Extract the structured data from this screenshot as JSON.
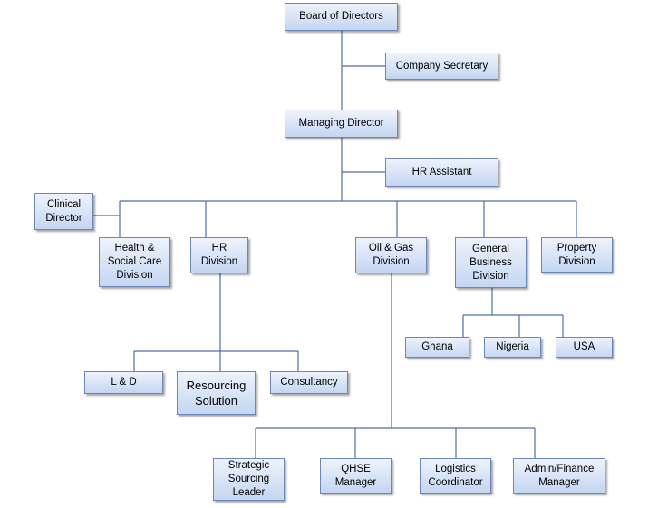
{
  "org": {
    "board": "Board of Directors",
    "secretary": "Company Secretary",
    "md": "Managing Director",
    "hr_assistant": "HR Assistant",
    "clinical": "Clinical\nDirector",
    "health": "Health &\nSocial Care\nDivision",
    "hr_division": "HR\nDivision",
    "oil_gas": "Oil & Gas\nDivision",
    "general_business": "General\nBusiness\nDivision",
    "property": "Property\nDivision",
    "ghana": "Ghana",
    "nigeria": "Nigeria",
    "usa": "USA",
    "ld": "L & D",
    "resourcing": "Resourcing\nSolution",
    "consultancy": "Consultancy",
    "strategic": "Strategic\nSourcing\nLeader",
    "qhse": "QHSE\nManager",
    "logistics": "Logistics\nCoordinator",
    "admin_finance": "Admin/Finance\nManager"
  }
}
